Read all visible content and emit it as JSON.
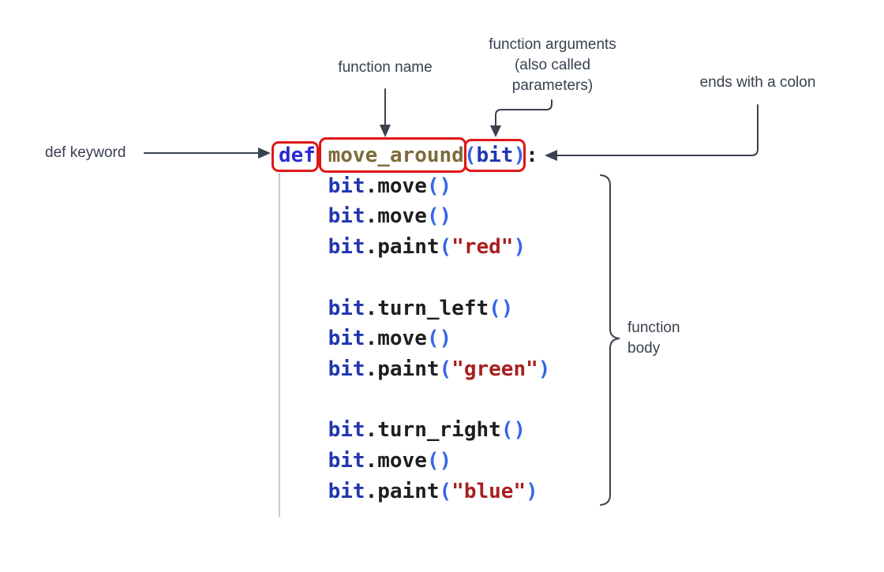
{
  "colors": {
    "background": "#ffffff",
    "annotation_ink": "#39414f",
    "highlight_box_red": "#e01616",
    "indent_guide_gray": "#c8c8c8",
    "code": {
      "kw": "#2a2ad2",
      "fn": "#7e6b3a",
      "par": "#3565e8",
      "var": "#2236b0",
      "txt": "#1e1e1e",
      "str": "#a81f1f"
    }
  },
  "annotations": {
    "def_keyword": {
      "label": "def keyword"
    },
    "function_name": {
      "label": "function name"
    },
    "function_arguments": {
      "lines": [
        "function arguments",
        "(also called",
        "parameters)"
      ]
    },
    "ends_with_colon": {
      "label": "ends with a colon"
    },
    "function_body": {
      "lines": [
        "function",
        "body"
      ]
    }
  },
  "code": {
    "lines": [
      [
        {
          "t": "def",
          "c": "kw"
        },
        {
          "t": " ",
          "c": "txt"
        },
        {
          "t": "move_around",
          "c": "fn"
        },
        {
          "t": "(",
          "c": "par"
        },
        {
          "t": "bit",
          "c": "var"
        },
        {
          "t": ")",
          "c": "par"
        },
        {
          "t": ":",
          "c": "txt"
        }
      ],
      [
        {
          "t": "    ",
          "c": "txt"
        },
        {
          "t": "bit",
          "c": "var"
        },
        {
          "t": ".move",
          "c": "txt"
        },
        {
          "t": "()",
          "c": "par"
        }
      ],
      [
        {
          "t": "    ",
          "c": "txt"
        },
        {
          "t": "bit",
          "c": "var"
        },
        {
          "t": ".move",
          "c": "txt"
        },
        {
          "t": "()",
          "c": "par"
        }
      ],
      [
        {
          "t": "    ",
          "c": "txt"
        },
        {
          "t": "bit",
          "c": "var"
        },
        {
          "t": ".paint",
          "c": "txt"
        },
        {
          "t": "(",
          "c": "par"
        },
        {
          "t": "\"red\"",
          "c": "str"
        },
        {
          "t": ")",
          "c": "par"
        }
      ],
      [],
      [
        {
          "t": "    ",
          "c": "txt"
        },
        {
          "t": "bit",
          "c": "var"
        },
        {
          "t": ".turn_left",
          "c": "txt"
        },
        {
          "t": "()",
          "c": "par"
        }
      ],
      [
        {
          "t": "    ",
          "c": "txt"
        },
        {
          "t": "bit",
          "c": "var"
        },
        {
          "t": ".move",
          "c": "txt"
        },
        {
          "t": "()",
          "c": "par"
        }
      ],
      [
        {
          "t": "    ",
          "c": "txt"
        },
        {
          "t": "bit",
          "c": "var"
        },
        {
          "t": ".paint",
          "c": "txt"
        },
        {
          "t": "(",
          "c": "par"
        },
        {
          "t": "\"green\"",
          "c": "str"
        },
        {
          "t": ")",
          "c": "par"
        }
      ],
      [],
      [
        {
          "t": "    ",
          "c": "txt"
        },
        {
          "t": "bit",
          "c": "var"
        },
        {
          "t": ".turn_right",
          "c": "txt"
        },
        {
          "t": "()",
          "c": "par"
        }
      ],
      [
        {
          "t": "    ",
          "c": "txt"
        },
        {
          "t": "bit",
          "c": "var"
        },
        {
          "t": ".move",
          "c": "txt"
        },
        {
          "t": "()",
          "c": "par"
        }
      ],
      [
        {
          "t": "    ",
          "c": "txt"
        },
        {
          "t": "bit",
          "c": "var"
        },
        {
          "t": ".paint",
          "c": "txt"
        },
        {
          "t": "(",
          "c": "par"
        },
        {
          "t": "\"blue\"",
          "c": "str"
        },
        {
          "t": ")",
          "c": "par"
        }
      ]
    ]
  }
}
